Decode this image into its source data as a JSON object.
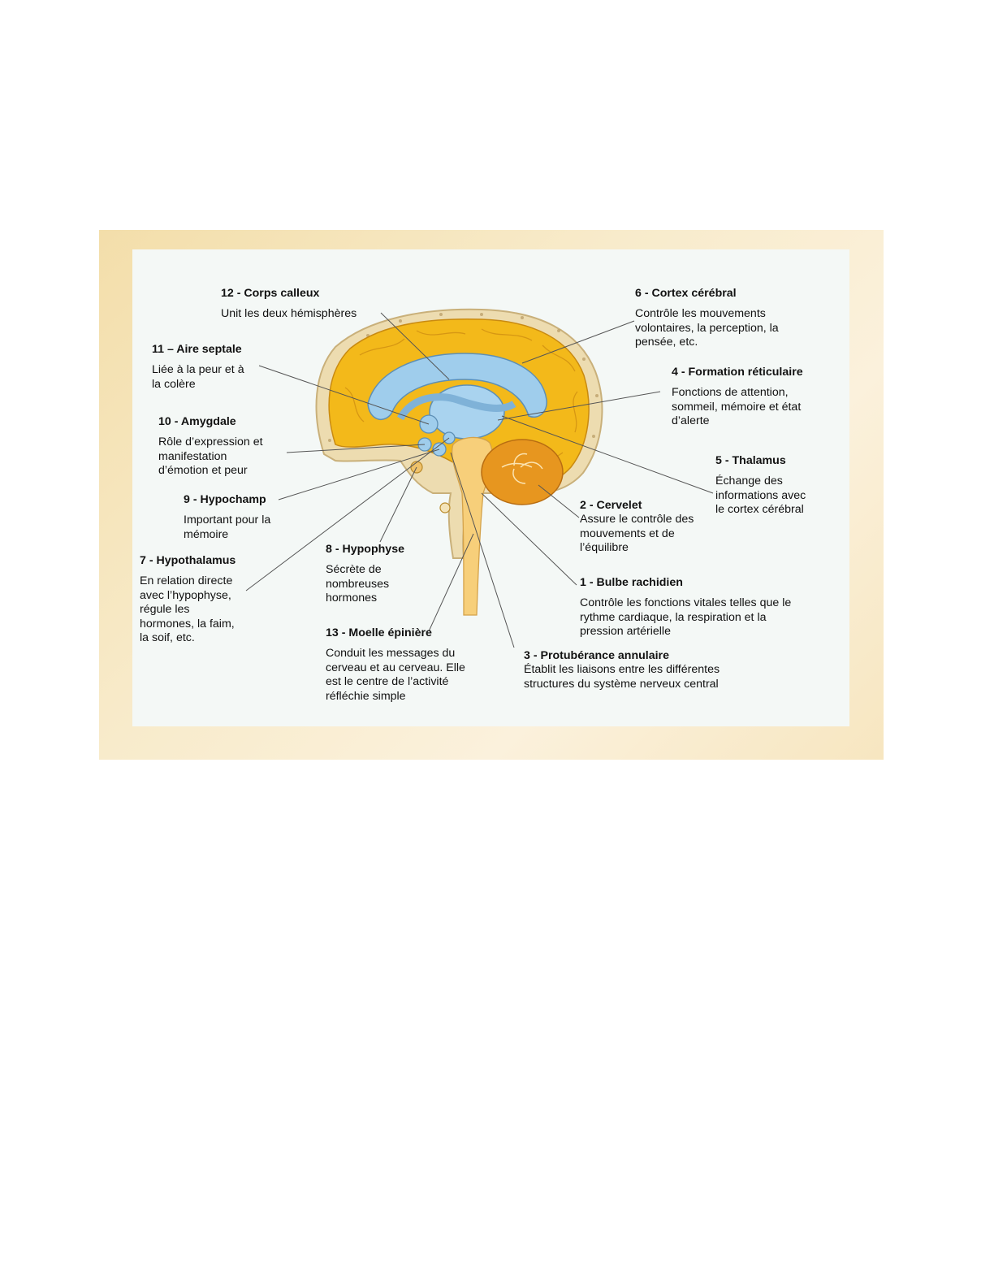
{
  "labels": [
    {
      "id": "corps-calleux",
      "title": "12 - Corps calleux",
      "desc": "Unit les deux hémisphères"
    },
    {
      "id": "cortex",
      "title": "6 - Cortex cérébral",
      "desc": "Contrôle les mouvements\nvolontaires, la perception, la\npensée, etc."
    },
    {
      "id": "aire-septale",
      "title": "11 – Aire septale",
      "desc": "Liée à la peur et à\nla colère"
    },
    {
      "id": "formation-reticulaire",
      "title": "4 - Formation réticulaire",
      "desc": "Fonctions de attention,\nsommeil, mémoire et état\nd’alerte"
    },
    {
      "id": "amygdale",
      "title": "10 - Amygdale",
      "desc": "Rôle d’expression et\nmanifestation\nd’émotion et peur"
    },
    {
      "id": "thalamus",
      "title": "5 - Thalamus",
      "desc": "Échange des\ninformations avec\nle cortex cérébral"
    },
    {
      "id": "hypochamp",
      "title": "9 - Hypochamp",
      "desc": "Important pour la\nmémoire"
    },
    {
      "id": "cervelet",
      "title": "2 - Cervelet",
      "desc": "Assure le contrôle des\nmouvements et de\nl’équilibre"
    },
    {
      "id": "hypophyse",
      "title": "8 - Hypophyse",
      "desc": "Sécrète de\nnombreuses\nhormones"
    },
    {
      "id": "hypothalamus",
      "title": "7 - Hypothalamus",
      "desc": "En relation directe\navec l’hypophyse,\nrégule les\nhormones, la faim,\nla soif, etc."
    },
    {
      "id": "bulbe",
      "title": "1 - Bulbe rachidien",
      "desc": "Contrôle les fonctions vitales telles que le\nrythme cardiaque, la respiration et la\npression artérielle"
    },
    {
      "id": "moelle",
      "title": "13 - Moelle épinière",
      "desc": "Conduit les messages du\ncerveau et au cerveau. Elle\nest le centre de l’activité\nréfléchie simple"
    },
    {
      "id": "protuberance",
      "title": "3 - Protubérance annulaire",
      "desc": "Établit les liaisons entre les différentes\nstructures du système nerveux central"
    }
  ],
  "colors": {
    "frame": "#f3deaa",
    "panel": "#f4f8f6",
    "cortex": "#f3b91a",
    "limbic": "#9fcdec",
    "brainstem": "#f7cf7a",
    "cerebellum": "#e7961f",
    "skull": "#e9d9a8",
    "leader": "#555555"
  }
}
